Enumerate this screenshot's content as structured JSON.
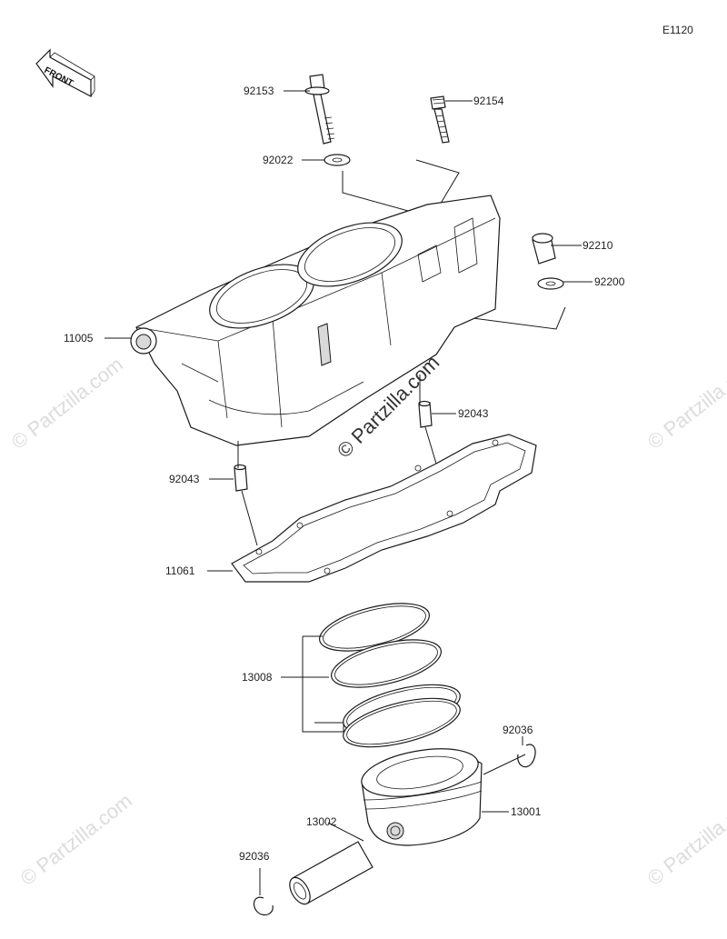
{
  "diagram_id": "E1120",
  "front_label": "FRONT",
  "watermark": "© Partzilla.com",
  "colors": {
    "line": "#1a1a1a",
    "watermark": "#dcdcdc",
    "background": "#ffffff"
  },
  "callouts": [
    {
      "id": "92153",
      "label": "92153"
    },
    {
      "id": "92154",
      "label": "92154"
    },
    {
      "id": "92022",
      "label": "92022"
    },
    {
      "id": "92210",
      "label": "92210"
    },
    {
      "id": "92200",
      "label": "92200"
    },
    {
      "id": "11005",
      "label": "11005"
    },
    {
      "id": "92043a",
      "label": "92043"
    },
    {
      "id": "92043b",
      "label": "92043"
    },
    {
      "id": "11061",
      "label": "11061"
    },
    {
      "id": "13008",
      "label": "13008"
    },
    {
      "id": "92036a",
      "label": "92036"
    },
    {
      "id": "13001",
      "label": "13001"
    },
    {
      "id": "13002",
      "label": "13002"
    },
    {
      "id": "92036b",
      "label": "92036"
    }
  ]
}
